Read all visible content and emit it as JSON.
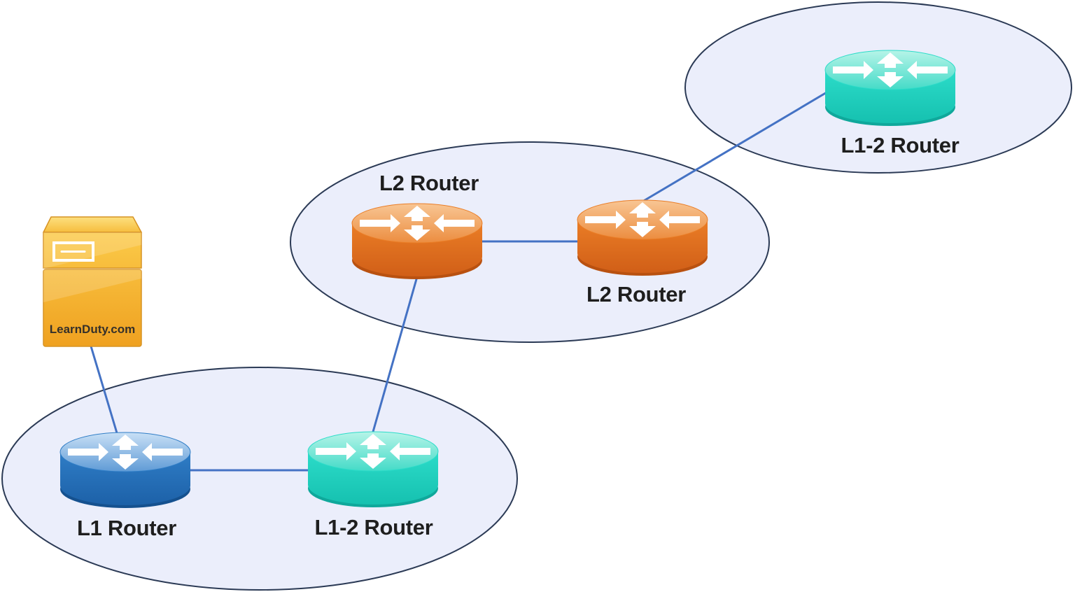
{
  "nodes": {
    "server": {
      "label": "LearnDuty.com",
      "icon": "server-tower-icon"
    },
    "l1_router": {
      "label": "L1 Router",
      "icon": "router-icon",
      "color_variant": "blue"
    },
    "l12_router_bottom": {
      "label": "L1-2 Router",
      "icon": "router-icon",
      "color_variant": "teal"
    },
    "l2_router_left": {
      "label": "L2 Router",
      "icon": "router-icon",
      "color_variant": "orange"
    },
    "l2_router_right": {
      "label": "L2 Router",
      "icon": "router-icon",
      "color_variant": "orange"
    },
    "l12_router_top": {
      "label": "L1-2 Router",
      "icon": "router-icon",
      "color_variant": "teal"
    }
  },
  "links": [
    {
      "from": "server",
      "to": "l1_router"
    },
    {
      "from": "l1_router",
      "to": "l12_router_bottom"
    },
    {
      "from": "l12_router_bottom",
      "to": "l2_router_left"
    },
    {
      "from": "l2_router_left",
      "to": "l2_router_right"
    },
    {
      "from": "l2_router_right",
      "to": "l12_router_top"
    }
  ],
  "areas": [
    {
      "contains": [
        "l1_router",
        "l12_router_bottom"
      ]
    },
    {
      "contains": [
        "l2_router_left",
        "l2_router_right"
      ]
    },
    {
      "contains": [
        "l12_router_top"
      ]
    }
  ],
  "colors": {
    "canvas_bg": "#ffffff",
    "area_fill": "#ebeefb",
    "area_stroke": "#2b3a55",
    "link": "#4472c4",
    "label_text": "#1e1e1e",
    "arrow": "#ffffff",
    "router": {
      "blue": {
        "top1": "#c9e0f6",
        "top2": "#5f9bd6",
        "side1": "#2f7dc6",
        "side2": "#1c60a7",
        "rim": "#15518f"
      },
      "teal": {
        "top1": "#b6f4e8",
        "top2": "#45dbc8",
        "side1": "#2cdcc9",
        "side2": "#15c0af",
        "rim": "#0fa89b"
      },
      "orange": {
        "top1": "#f8c694",
        "top2": "#ec8d40",
        "side1": "#ea7d26",
        "side2": "#d05e17",
        "rim": "#b95110"
      }
    },
    "server": {
      "lid1": "#fde07f",
      "lid2": "#f6bd3e",
      "body1": "#fbca49",
      "body2": "#efa120",
      "stroke": "#d79324",
      "slot": "#ffffff",
      "text": "#35302a"
    }
  }
}
